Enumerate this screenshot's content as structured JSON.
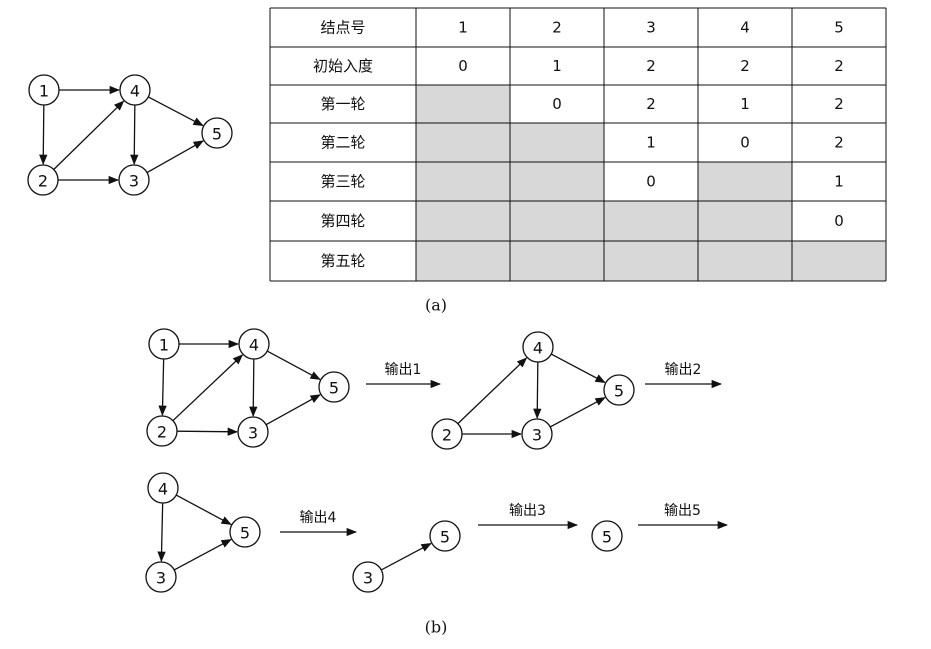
{
  "table": {
    "header": [
      "结点号",
      "1",
      "2",
      "3",
      "4",
      "5"
    ],
    "rows": [
      {
        "label": "初始入度",
        "values": [
          "0",
          "1",
          "2",
          "2",
          "2"
        ]
      },
      {
        "label": "第一轮",
        "values": [
          null,
          "0",
          "2",
          "1",
          "2"
        ]
      },
      {
        "label": "第二轮",
        "values": [
          null,
          null,
          "1",
          "0",
          "2"
        ]
      },
      {
        "label": "第三轮",
        "values": [
          null,
          null,
          "0",
          null,
          "1"
        ]
      },
      {
        "label": "第四轮",
        "values": [
          null,
          null,
          null,
          null,
          "0"
        ]
      },
      {
        "label": "第五轮",
        "values": [
          null,
          null,
          null,
          null,
          null
        ]
      }
    ]
  },
  "captions": {
    "a": "(a)",
    "b": "(b)"
  },
  "steps": [
    "输出1",
    "输出2",
    "输出4",
    "输出3",
    "输出5"
  ],
  "graphs": [
    {
      "nodes": [
        "1",
        "2",
        "3",
        "4",
        "5"
      ],
      "edges": [
        [
          "1",
          "4"
        ],
        [
          "1",
          "2"
        ],
        [
          "2",
          "4"
        ],
        [
          "2",
          "3"
        ],
        [
          "4",
          "3"
        ],
        [
          "4",
          "5"
        ],
        [
          "3",
          "5"
        ]
      ]
    },
    {
      "nodes": [
        "1",
        "2",
        "3",
        "4",
        "5"
      ],
      "edges": [
        [
          "1",
          "4"
        ],
        [
          "1",
          "2"
        ],
        [
          "2",
          "4"
        ],
        [
          "2",
          "3"
        ],
        [
          "4",
          "3"
        ],
        [
          "4",
          "5"
        ],
        [
          "3",
          "5"
        ]
      ]
    },
    {
      "nodes": [
        "2",
        "3",
        "4",
        "5"
      ],
      "edges": [
        [
          "2",
          "4"
        ],
        [
          "2",
          "3"
        ],
        [
          "4",
          "3"
        ],
        [
          "4",
          "5"
        ],
        [
          "3",
          "5"
        ]
      ]
    },
    {
      "nodes": [
        "3",
        "4",
        "5"
      ],
      "edges": [
        [
          "4",
          "3"
        ],
        [
          "4",
          "5"
        ],
        [
          "3",
          "5"
        ]
      ]
    },
    {
      "nodes": [
        "3",
        "5"
      ],
      "edges": [
        [
          "3",
          "5"
        ]
      ]
    },
    {
      "nodes": [
        "5"
      ],
      "edges": []
    }
  ]
}
